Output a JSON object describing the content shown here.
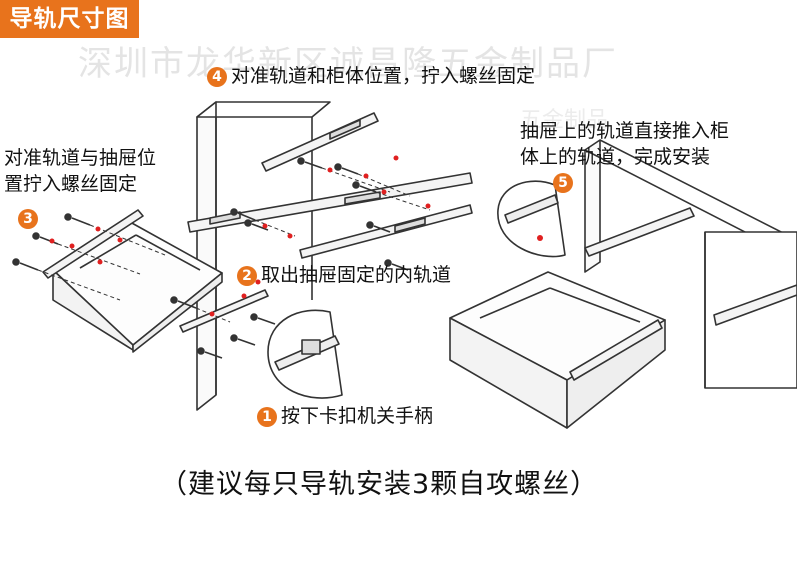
{
  "header": {
    "badge": "导轨尺寸图"
  },
  "watermark": {
    "text": "深圳市龙华新区诚昌隆五金制品厂",
    "sub": "五金制品"
  },
  "steps": {
    "s1": {
      "num": "1",
      "text": "按下卡扣机关手柄"
    },
    "s2": {
      "num": "2",
      "text": "取出抽屉固定的内轨道"
    },
    "s3": {
      "num": "3",
      "line1": "对准轨道与抽屉位",
      "line2": "置拧入螺丝固定"
    },
    "s4": {
      "num": "4",
      "text": "对准轨道和柜体位置，拧入螺丝固定"
    },
    "s5": {
      "num": "5",
      "line1": "抽屉上的轨道直接推入柜",
      "line2": "体上的轨道，完成安装"
    }
  },
  "footer": {
    "note": "（建议每只导轨安装3颗自攻螺丝）"
  },
  "colors": {
    "accent": "#e8731c",
    "line": "#333333",
    "screw_marker": "#e02020"
  }
}
